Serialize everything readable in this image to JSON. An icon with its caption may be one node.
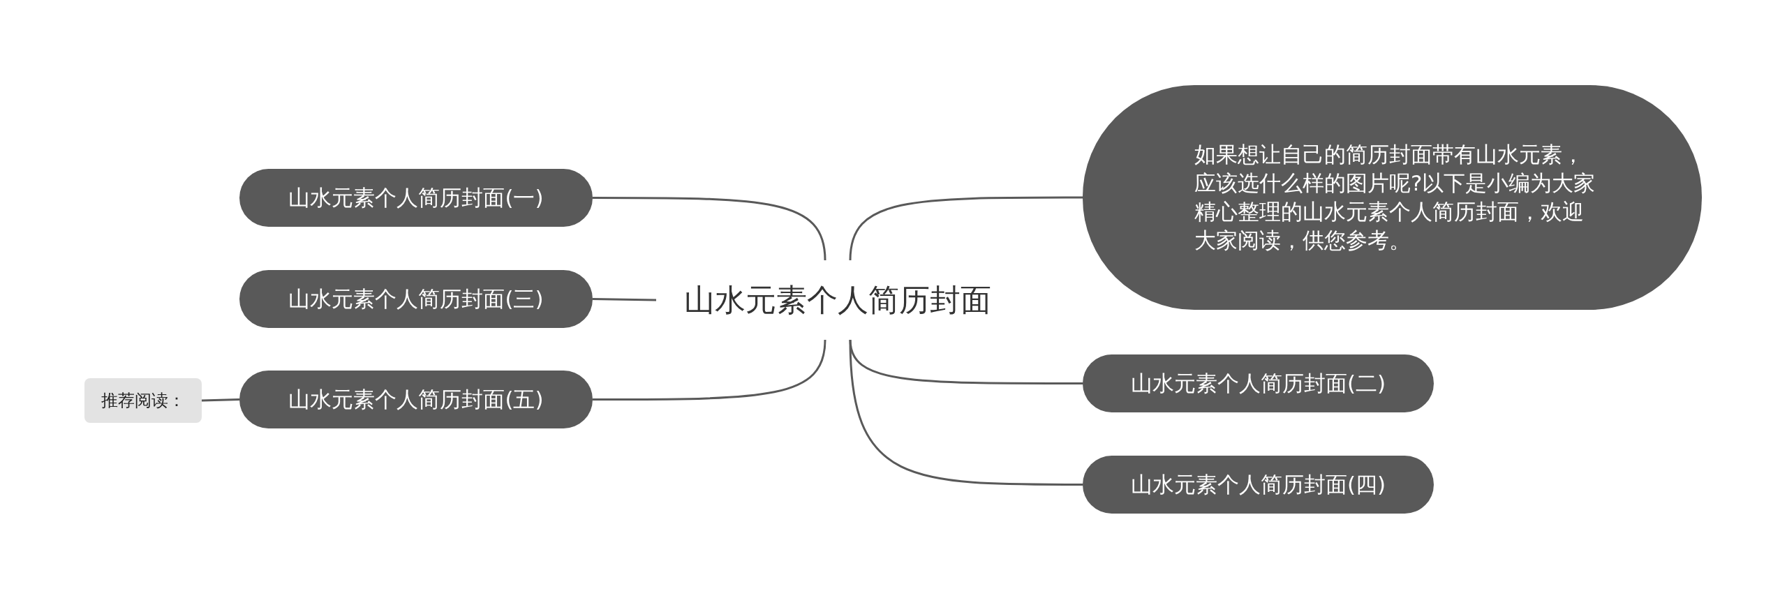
{
  "diagram": {
    "nodes": [
      {
        "text": [
          "山水元素个人简历封面"
        ]
      },
      {
        "text": [
          "如果想让自己的简历封面带有山水元素，应该选什么样的图片呢?以下是小编为大家精心整理的山水元素个人简历封面，欢迎大家阅读，供您参考。"
        ]
      },
      {
        "text": [
          "山水元素个人简历封面(一)"
        ]
      },
      {
        "text": [
          "山水元素个人简历封面(三)"
        ]
      },
      {
        "text": [
          "山水元素个人简历封面(五)"
        ]
      },
      {
        "text": [
          "推荐阅读："
        ]
      },
      {
        "text": [
          "山水元素个人简历封面(二)"
        ]
      },
      {
        "text": [
          "山水元素个人简历封面(四)"
        ]
      }
    ],
    "edges": [
      {
        "from": 0,
        "to": 1,
        "arrow": "none"
      },
      {
        "from": 0,
        "to": 2,
        "arrow": "none"
      },
      {
        "from": 0,
        "to": 3,
        "arrow": "none"
      },
      {
        "from": 0,
        "to": 4,
        "arrow": "none"
      },
      {
        "from": 4,
        "to": 5,
        "arrow": "none"
      },
      {
        "from": 0,
        "to": 6,
        "arrow": "none"
      },
      {
        "from": 0,
        "to": 7,
        "arrow": "none"
      }
    ]
  }
}
